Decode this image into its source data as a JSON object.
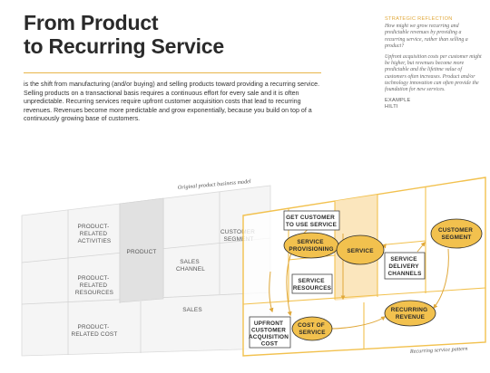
{
  "title": {
    "line1": "From Product",
    "line2": "to Recurring Service"
  },
  "intro": "is the shift from manufacturing (and/or buying) and selling products toward providing a recurring service. Selling products on a transactional basis requires a continuous effort for every sale and it is often unpredictable. Recurring services require upfront customer acquisition costs that lead to recurring revenues. Revenues become more predictable and grow exponentially, because you build on top of a continuously growing base of customers.",
  "sidebar": {
    "heading": "STRATEGIC REFLECTION",
    "question": "How might we grow recurring and predictable revenues by providing a recurring service, rather than selling a product?",
    "note": "Upfront acquisition costs per customer might be higher, but revenues become more predictable and the lifetime value of customers often increases. Product and/or technology innovation can often provide the foundation for new services.",
    "example_label": "EXAMPLE",
    "example_name": "HILTI"
  },
  "diagram": {
    "original_caption": "Original product business model",
    "recurring_caption": "Recurring service pattern",
    "product": {
      "activities": [
        "PRODUCT-",
        "RELATED",
        "ACTIVITIES"
      ],
      "resources": [
        "PRODUCT-",
        "RELATED",
        "RESOURCES"
      ],
      "value": [
        "PRODUCT"
      ],
      "channel": [
        "SALES",
        "CHANNEL"
      ],
      "segment": [
        "CUSTOMER",
        "SEGMENT"
      ],
      "cost": [
        "PRODUCT-",
        "RELATED COST"
      ],
      "revenue": [
        "SALES"
      ]
    },
    "service": {
      "get_customer": [
        "GET CUSTOMER",
        "TO USE SERVICE"
      ],
      "provisioning": [
        "SERVICE",
        "PROVISIONING"
      ],
      "resources": [
        "SERVICE",
        "RESOURCES"
      ],
      "service": [
        "SERVICE"
      ],
      "delivery": [
        "SERVICE",
        "DELIVERY",
        "CHANNELS"
      ],
      "segment": [
        "CUSTOMER",
        "SEGMENT"
      ],
      "upfront": [
        "UPFRONT",
        "CUSTOMER",
        "ACQUISITION",
        "COST"
      ],
      "cost_of_service": [
        "COST OF",
        "SERVICE"
      ],
      "recurring_revenue": [
        "RECURRING",
        "REVENUE"
      ]
    }
  },
  "colors": {
    "accent": "#e8b64a",
    "accent_fill": "#f2c14e",
    "accent_light": "#fbe6bd",
    "grey_block": "#e1e1e1",
    "grey_line": "#d4d4d4"
  }
}
